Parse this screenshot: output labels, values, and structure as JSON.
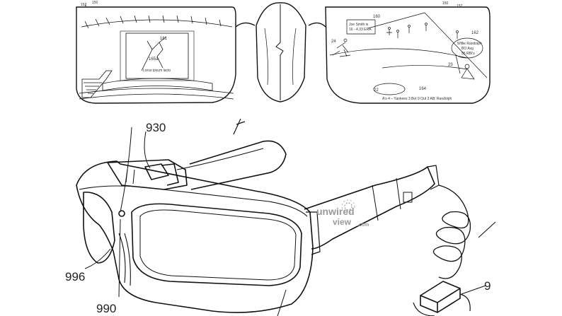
{
  "top_figure": {
    "left_lens": {
      "ref_top_left": "152",
      "ref_top": "150",
      "ref_person": "161",
      "ref_caption": "165a",
      "caption": "Lorus ipsum lacto"
    },
    "right_lens": {
      "ref_top": "150",
      "ref_top_right": "152",
      "ref_callout": "160",
      "callout_text": [
        "Joe Smith is",
        "16 - 4.33 ERA"
      ],
      "ref_batter_left": "24",
      "ref_right_callout": "162",
      "right_callout_text": [
        "Willie Randolph",
        "BO Avg",
        "55 RBI's"
      ],
      "ref_player": "23",
      "ref_field": "22",
      "ref_scoreline": "164",
      "scoreline": "A's 4 – Yankees 3 Bot 9 Out 2 AB: Randolph"
    }
  },
  "bottom_figure": {
    "ref_top": "930",
    "ref_left_side": "996",
    "ref_bottom_left": "990",
    "ref_bottom_right": "9",
    "watermark": {
      "line1": "unwired",
      "line2": "view",
      "suffix": ".com"
    }
  }
}
